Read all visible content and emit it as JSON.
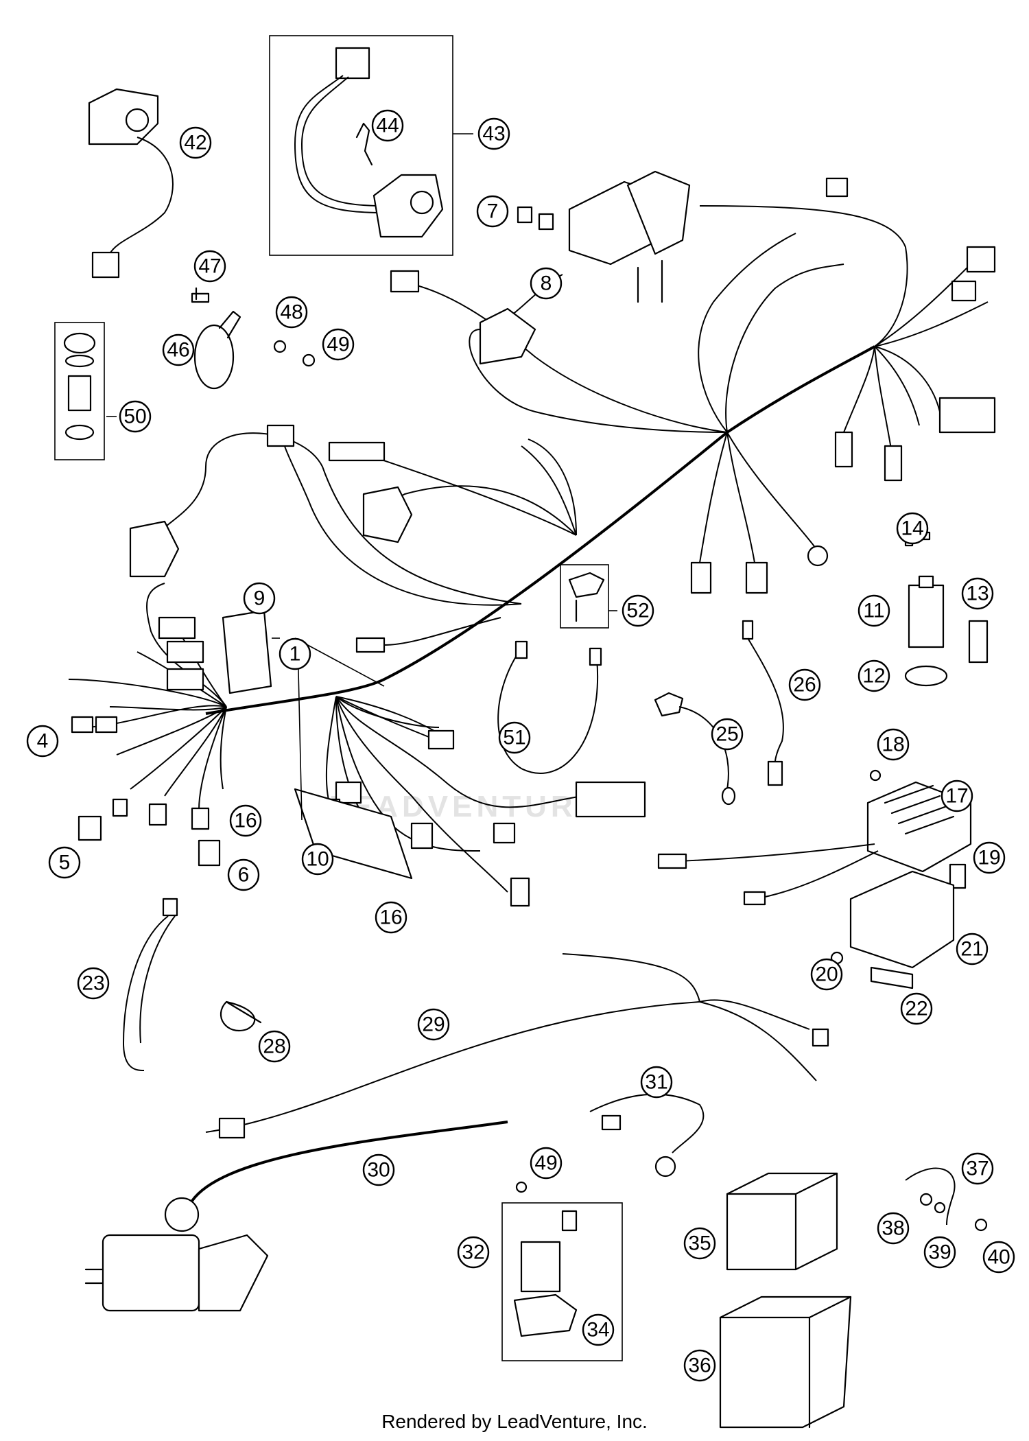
{
  "footer": {
    "credit": "Rendered by LeadVenture, Inc."
  },
  "watermark": {
    "text": "LEADVENTURE"
  },
  "callouts": [
    "1",
    "4",
    "5",
    "6",
    "7",
    "8",
    "9",
    "10",
    "11",
    "12",
    "13",
    "14",
    "16",
    "16",
    "17",
    "18",
    "19",
    "20",
    "21",
    "22",
    "23",
    "25",
    "26",
    "28",
    "29",
    "30",
    "31",
    "32",
    "34",
    "35",
    "36",
    "37",
    "38",
    "39",
    "40",
    "42",
    "43",
    "44",
    "46",
    "47",
    "48",
    "49",
    "49",
    "50",
    "51",
    "52"
  ]
}
